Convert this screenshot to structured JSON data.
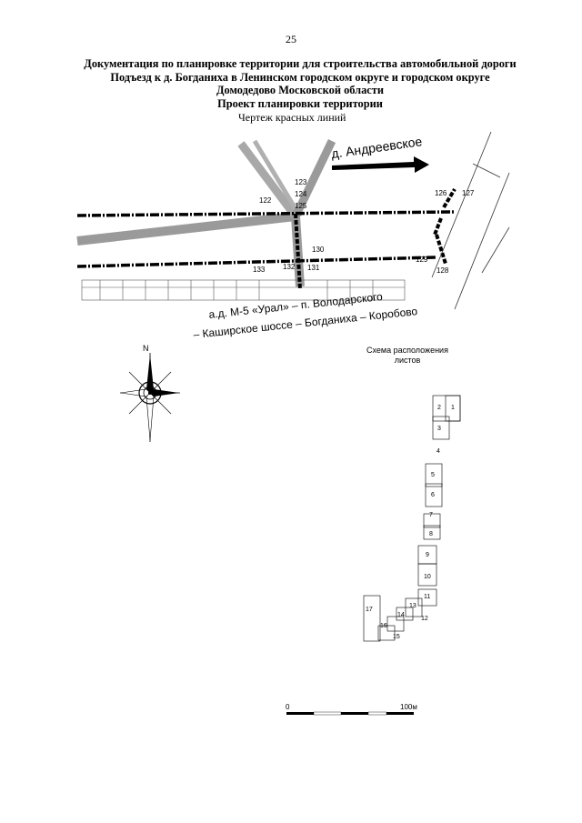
{
  "page_number": "25",
  "title_lines": [
    "Документация по планировке территории для строительства автомобильной дороги",
    "Подъезд к д. Богданиха в Ленинском городском округе и городском округе",
    "Домодедово Московской области",
    "Проект планировки территории"
  ],
  "subtitle": "Чертеж красных линий",
  "map": {
    "direction_label": "д. Андреевское",
    "road_label_line1": "а.д. М-5 «Урал» – п. Володарского",
    "road_label_line2": "– Каширское шоссе – Богданиха – Коробово",
    "points": {
      "p122": "122",
      "p123": "123",
      "p124": "124",
      "p125": "125",
      "p126": "126",
      "p127": "127",
      "p128": "128",
      "p129": "129",
      "p130": "130",
      "p131": "131",
      "p132": "132",
      "p133": "133"
    }
  },
  "compass": {
    "north_label": "N"
  },
  "scheme": {
    "title_line1": "Схема расположения",
    "title_line2": "листов",
    "sheets": {
      "s1": "1",
      "s2": "2",
      "s3": "3",
      "s4": "4",
      "s5": "5",
      "s6": "6",
      "s7": "7",
      "s8": "8",
      "s9": "9",
      "s10": "10",
      "s11": "11",
      "s12": "12",
      "s13": "13",
      "s14": "14",
      "s15": "15",
      "s16": "16",
      "s17": "17"
    }
  },
  "scale": {
    "start": "0",
    "end": "100м"
  }
}
